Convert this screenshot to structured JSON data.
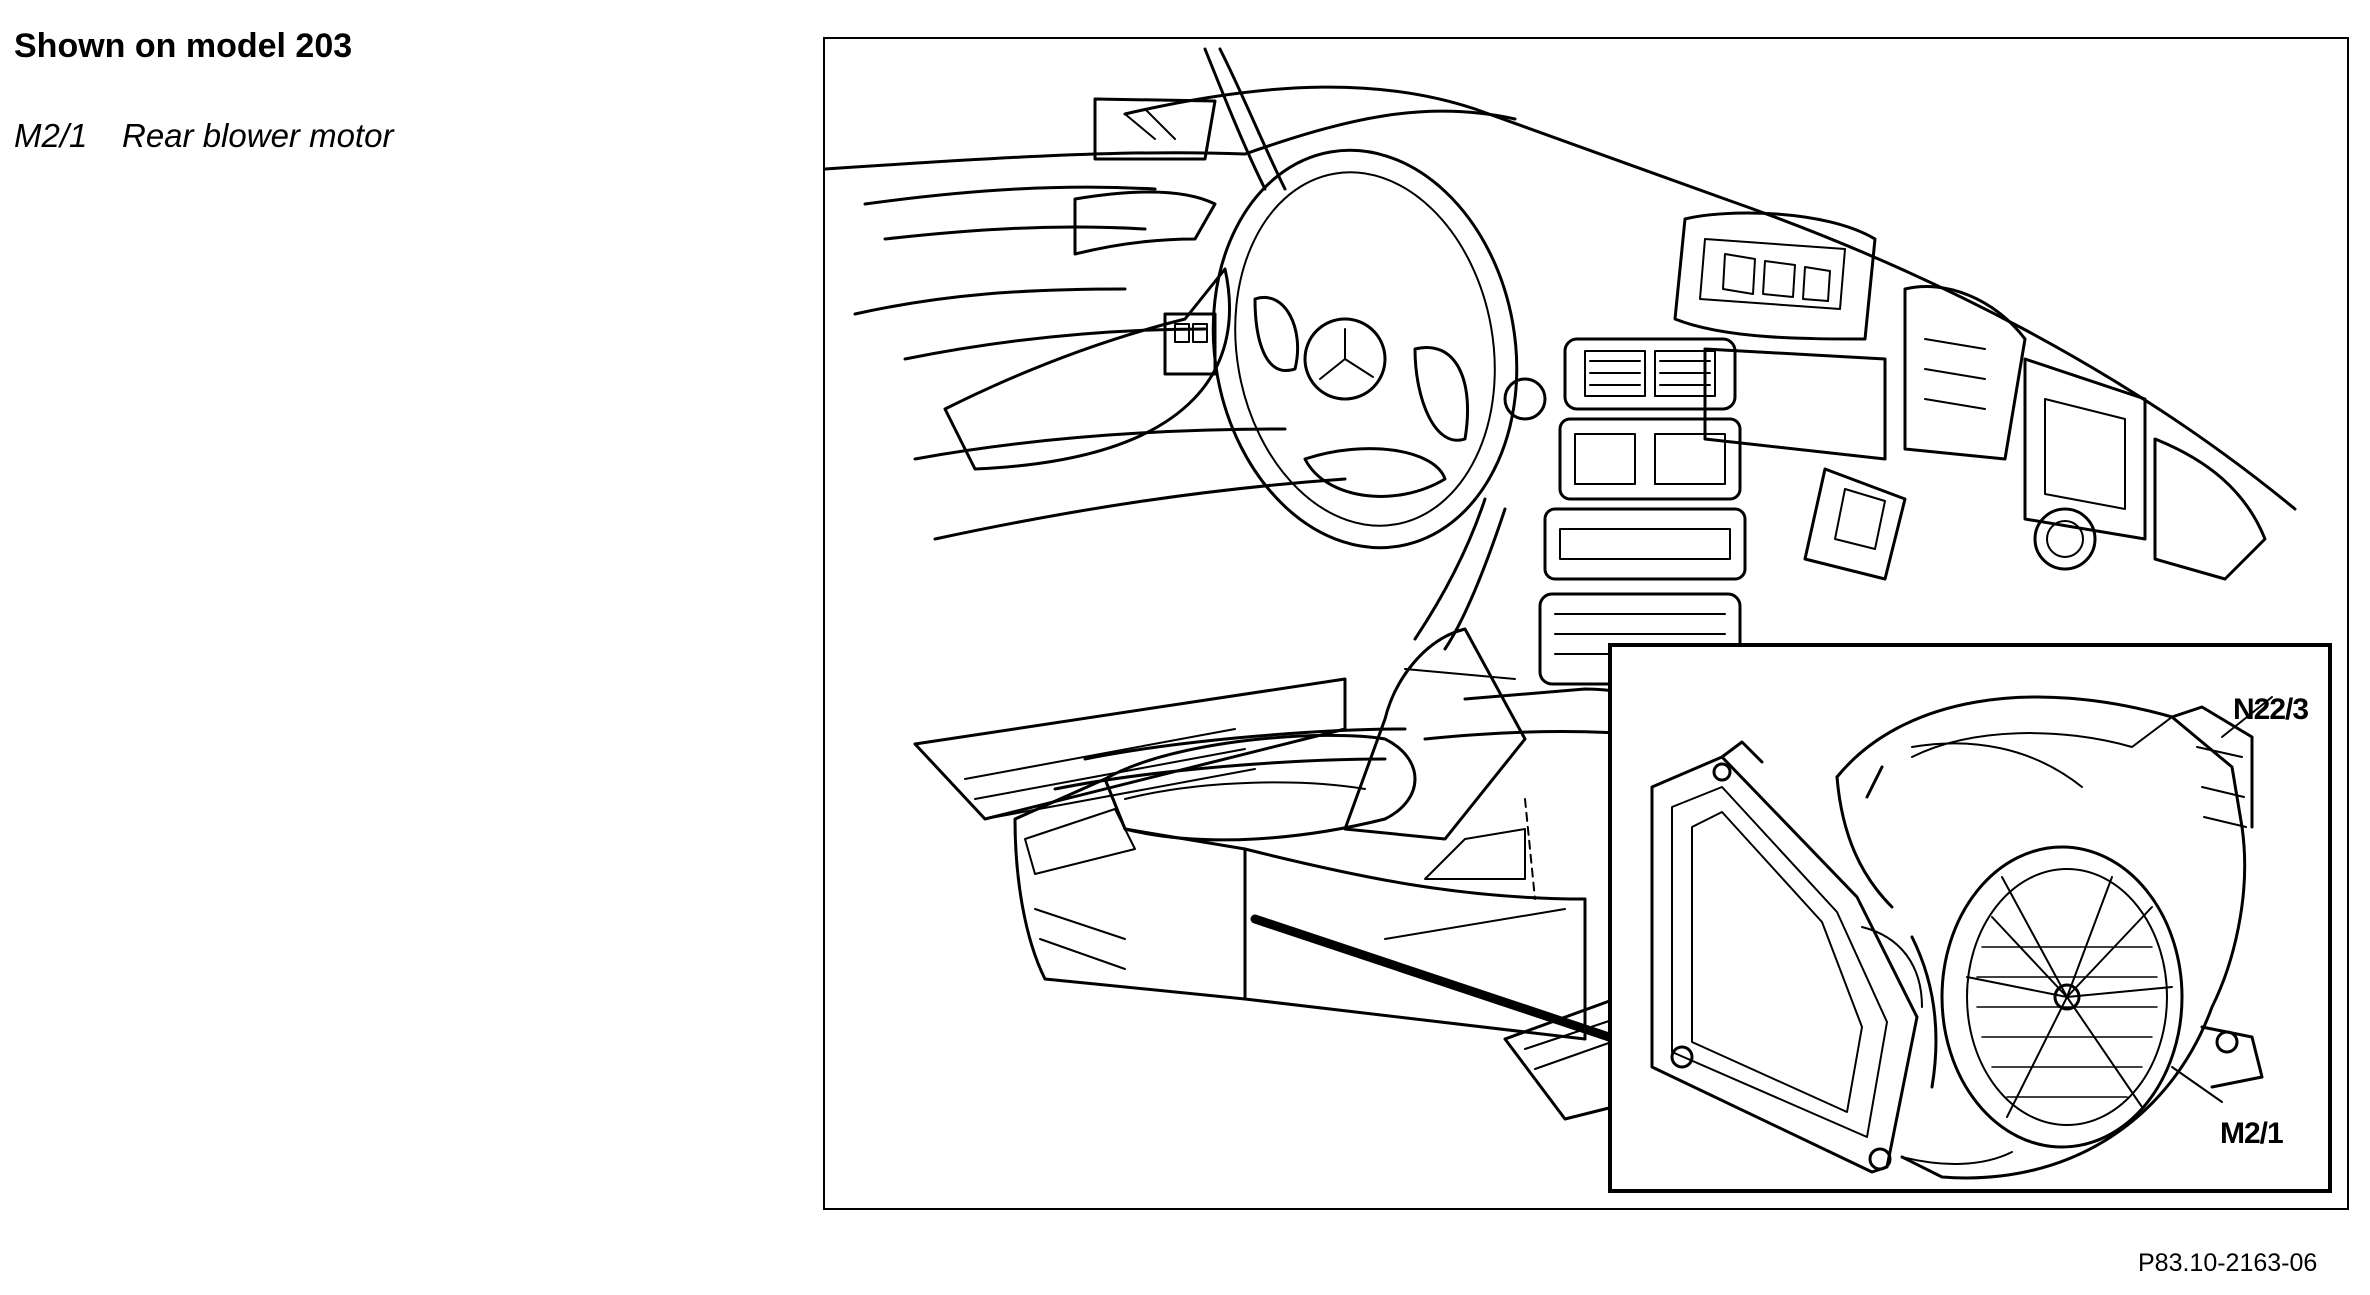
{
  "header": {
    "title": "Shown on model 203"
  },
  "legend": [
    {
      "code": "M2/1",
      "description": "Rear blower motor"
    }
  ],
  "figure": {
    "callouts": {
      "n22_3": "N22/3",
      "m2_1": "M2/1"
    },
    "figure_id": "P83.10-2163-06"
  }
}
